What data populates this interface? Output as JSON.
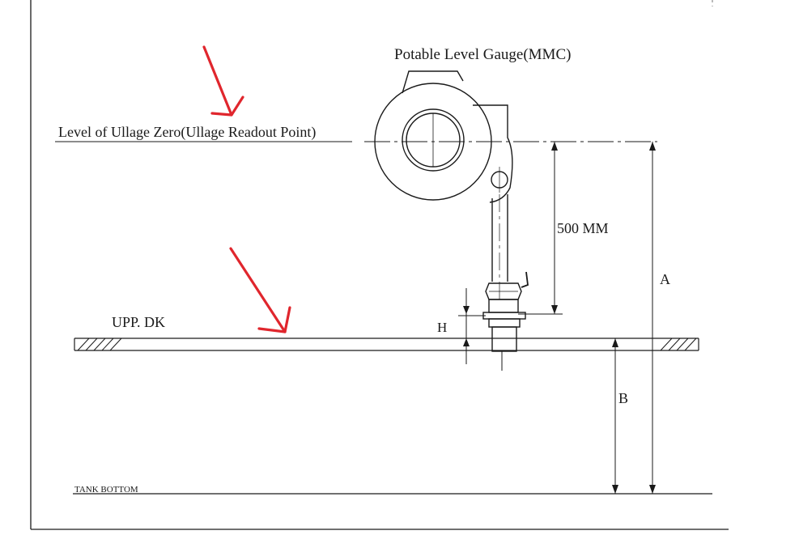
{
  "diagram": {
    "title": "Potable Level Gauge(MMC)",
    "ullage_zero_label": "Level of Ullage Zero(Ullage Readout Point)",
    "dimension_500": "500 MM",
    "dimension_a": "A",
    "dimension_b": "B",
    "dimension_h": "H",
    "deck_label": "UPP. DK",
    "tank_bottom_label": "TANK BOTTOM"
  },
  "colors": {
    "ink": "#1a1a1a",
    "arrow": "#e0262d",
    "paper": "#ffffff"
  }
}
